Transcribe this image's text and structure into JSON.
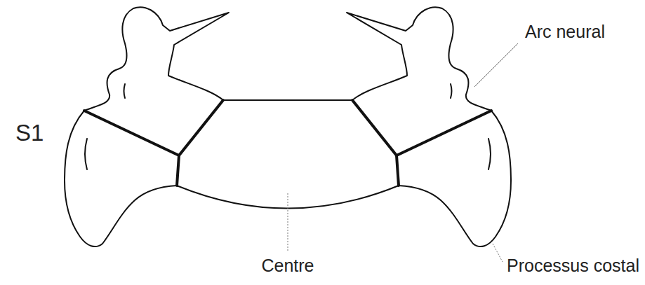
{
  "diagram": {
    "labels": [
      "Arc neural",
      "S1",
      "Centre",
      "Processus costal"
    ]
  }
}
